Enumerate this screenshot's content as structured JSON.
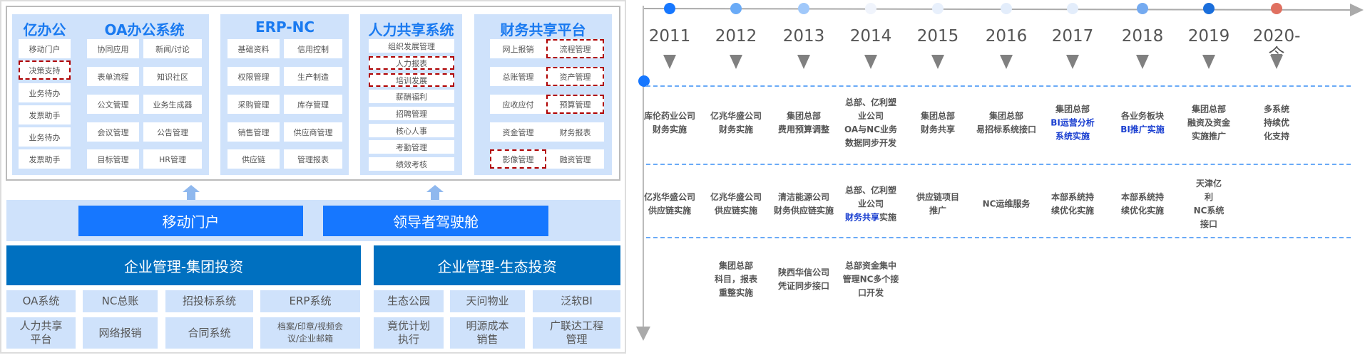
{
  "left": {
    "yiban": {
      "title": "亿办公",
      "items": [
        {
          "label": "移动门户"
        },
        {
          "label": "决策支持",
          "highlighted": true
        },
        {
          "label": "业务待办"
        },
        {
          "label": "发票助手"
        },
        {
          "label": "业务待办"
        },
        {
          "label": "发票助手"
        }
      ]
    },
    "oa": {
      "title": "OA办公系统",
      "items": [
        {
          "label": "协同应用"
        },
        {
          "label": "新闻/讨论"
        },
        {
          "label": "表单流程"
        },
        {
          "label": "知识社区"
        },
        {
          "label": "公文管理"
        },
        {
          "label": "业务生成器"
        },
        {
          "label": "会议管理"
        },
        {
          "label": "公告管理"
        },
        {
          "label": "目标管理"
        },
        {
          "label": "HR管理"
        }
      ]
    },
    "erp": {
      "title": "ERP-NC",
      "items": [
        {
          "label": "基础资料"
        },
        {
          "label": "信用控制"
        },
        {
          "label": "权限管理"
        },
        {
          "label": "生产制造"
        },
        {
          "label": "采购管理"
        },
        {
          "label": "库存管理"
        },
        {
          "label": "销售管理"
        },
        {
          "label": "供应商管理"
        },
        {
          "label": "供应链"
        },
        {
          "label": "管理报表"
        }
      ]
    },
    "hr": {
      "title": "人力共享系统",
      "items": [
        {
          "label": "组织发展管理"
        },
        {
          "label": "人力报表",
          "highlighted": true
        },
        {
          "label": "培训发展",
          "highlighted": true
        },
        {
          "label": "薪酬福利"
        },
        {
          "label": "招聘管理"
        },
        {
          "label": "核心人事"
        },
        {
          "label": "考勤管理"
        },
        {
          "label": "绩效考核"
        }
      ]
    },
    "finance": {
      "title": "财务共享平台",
      "items": [
        {
          "label": "网上报销"
        },
        {
          "label": "流程管理",
          "highlighted": true
        },
        {
          "label": "总账管理"
        },
        {
          "label": "资产管理",
          "highlighted": true
        },
        {
          "label": "应收应付"
        },
        {
          "label": "预算管理",
          "highlighted": true
        },
        {
          "label": "资金管理"
        },
        {
          "label": "财务报表"
        },
        {
          "label": "影像管理",
          "highlighted": true
        },
        {
          "label": "融资管理"
        }
      ]
    },
    "portals": [
      "移动门户",
      "领导者驾驶舱"
    ],
    "bars": [
      "企业管理-集团投资",
      "企业管理-生态投资"
    ],
    "group_systems": [
      [
        "OA系统",
        "NC总账",
        "招投标系统",
        "ERP系统"
      ],
      [
        "人力共享\n平台",
        "网络报销",
        "合同系统",
        "档案/印章/视频会\n议/企业邮箱"
      ]
    ],
    "eco_systems": [
      [
        "生态公园",
        "天问物业",
        "泛软BI"
      ],
      [
        "竟优计划\n执行",
        "明源成本\n销售",
        "广联达工程\n管理"
      ]
    ]
  },
  "timeline": {
    "years": [
      {
        "label": "2011",
        "color": "#1677ff"
      },
      {
        "label": "2012",
        "color": "#6aabf7"
      },
      {
        "label": "2013",
        "color": "#a0c8fa"
      },
      {
        "label": "2014",
        "color": "#f0f4fc"
      },
      {
        "label": "2015",
        "color": "#e8f0fc"
      },
      {
        "label": "2016",
        "color": "#e3edfb"
      },
      {
        "label": "2017",
        "color": "#e3edfb"
      },
      {
        "label": "2018",
        "color": "#74aaf0"
      },
      {
        "label": "2019",
        "color": "#1a6edb"
      },
      {
        "label": "2020-\n今",
        "color": "#e07060"
      }
    ],
    "rows": [
      {
        "events": [
          {
            "col": 0,
            "segments": [
              {
                "text": "库伦药业公司\n财务实施"
              }
            ]
          },
          {
            "col": 1,
            "segments": [
              {
                "text": "亿兆华盛公司\n财务实施"
              }
            ]
          },
          {
            "col": 2,
            "segments": [
              {
                "text": "集团总部\n费用预算调整"
              }
            ]
          },
          {
            "col": 3,
            "segments": [
              {
                "text": "总部、亿利塑\n业公司\nOA与NC业务\n数据同步开发"
              }
            ]
          },
          {
            "col": 4,
            "segments": [
              {
                "text": "集团总部\n财务共享"
              }
            ]
          },
          {
            "col": 5,
            "segments": [
              {
                "text": "集团总部\n易招标系统接口"
              }
            ]
          },
          {
            "col": 6,
            "segments": [
              {
                "text": "集团总部\n"
              },
              {
                "text": "BI运营分析\n系统实施",
                "hl": true
              }
            ]
          },
          {
            "col": 7,
            "segments": [
              {
                "text": "各业务板块\n"
              },
              {
                "text": "BI推广实施",
                "hl": true
              }
            ]
          },
          {
            "col": 8,
            "segments": [
              {
                "text": "集团总部\n融资及资金\n实施推广"
              }
            ]
          },
          {
            "col": 9,
            "segments": [
              {
                "text": "多系统\n持续优\n化支持"
              }
            ]
          }
        ]
      },
      {
        "events": [
          {
            "col": 0,
            "segments": [
              {
                "text": "亿兆华盛公司\n供应链实施"
              }
            ]
          },
          {
            "col": 1,
            "segments": [
              {
                "text": "亿兆华盛公司\n供应链实施"
              }
            ]
          },
          {
            "col": 2,
            "segments": [
              {
                "text": "清洁能源公司\n财务供应链实施"
              }
            ]
          },
          {
            "col": 3,
            "segments": [
              {
                "text": "总部、亿利塑\n业公司\n"
              },
              {
                "text": "财务共享",
                "hl": true
              },
              {
                "text": "实施"
              }
            ]
          },
          {
            "col": 4,
            "segments": [
              {
                "text": "供应链项目\n推广"
              }
            ]
          },
          {
            "col": 5,
            "segments": [
              {
                "text": "NC运维服务"
              }
            ]
          },
          {
            "col": 6,
            "segments": [
              {
                "text": "本部系统持\n续优化实施"
              }
            ]
          },
          {
            "col": 7,
            "segments": [
              {
                "text": "本部系统持\n续优化实施"
              }
            ]
          },
          {
            "col": 8,
            "segments": [
              {
                "text": "天津亿\n利\nNC系统\n接口"
              }
            ]
          }
        ]
      },
      {
        "events": [
          {
            "col": 1,
            "segments": [
              {
                "text": "集团总部\n科目，报表\n重整实施"
              }
            ]
          },
          {
            "col": 2,
            "segments": [
              {
                "text": "陕西华信公司\n凭证同步接口"
              }
            ]
          },
          {
            "col": 3,
            "segments": [
              {
                "text": "总部资金集中\n管理NC多个接\n口开发"
              }
            ]
          }
        ]
      }
    ]
  }
}
